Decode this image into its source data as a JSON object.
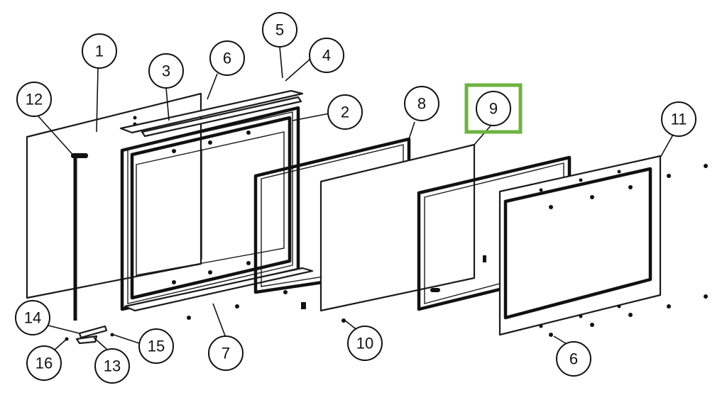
{
  "diagram": {
    "highlight_color": "#6db33f",
    "line_color": "#111111",
    "background": "#ffffff",
    "callouts": [
      {
        "id": "1",
        "label": "1"
      },
      {
        "id": "2",
        "label": "2"
      },
      {
        "id": "3",
        "label": "3"
      },
      {
        "id": "4",
        "label": "4"
      },
      {
        "id": "5",
        "label": "5"
      },
      {
        "id": "6a",
        "label": "6"
      },
      {
        "id": "6b",
        "label": "6"
      },
      {
        "id": "7",
        "label": "7"
      },
      {
        "id": "8",
        "label": "8"
      },
      {
        "id": "9",
        "label": "9",
        "highlighted": true
      },
      {
        "id": "10",
        "label": "10"
      },
      {
        "id": "11",
        "label": "11"
      },
      {
        "id": "12",
        "label": "12"
      },
      {
        "id": "13",
        "label": "13"
      },
      {
        "id": "14",
        "label": "14"
      },
      {
        "id": "15",
        "label": "15"
      },
      {
        "id": "16",
        "label": "16"
      }
    ]
  }
}
